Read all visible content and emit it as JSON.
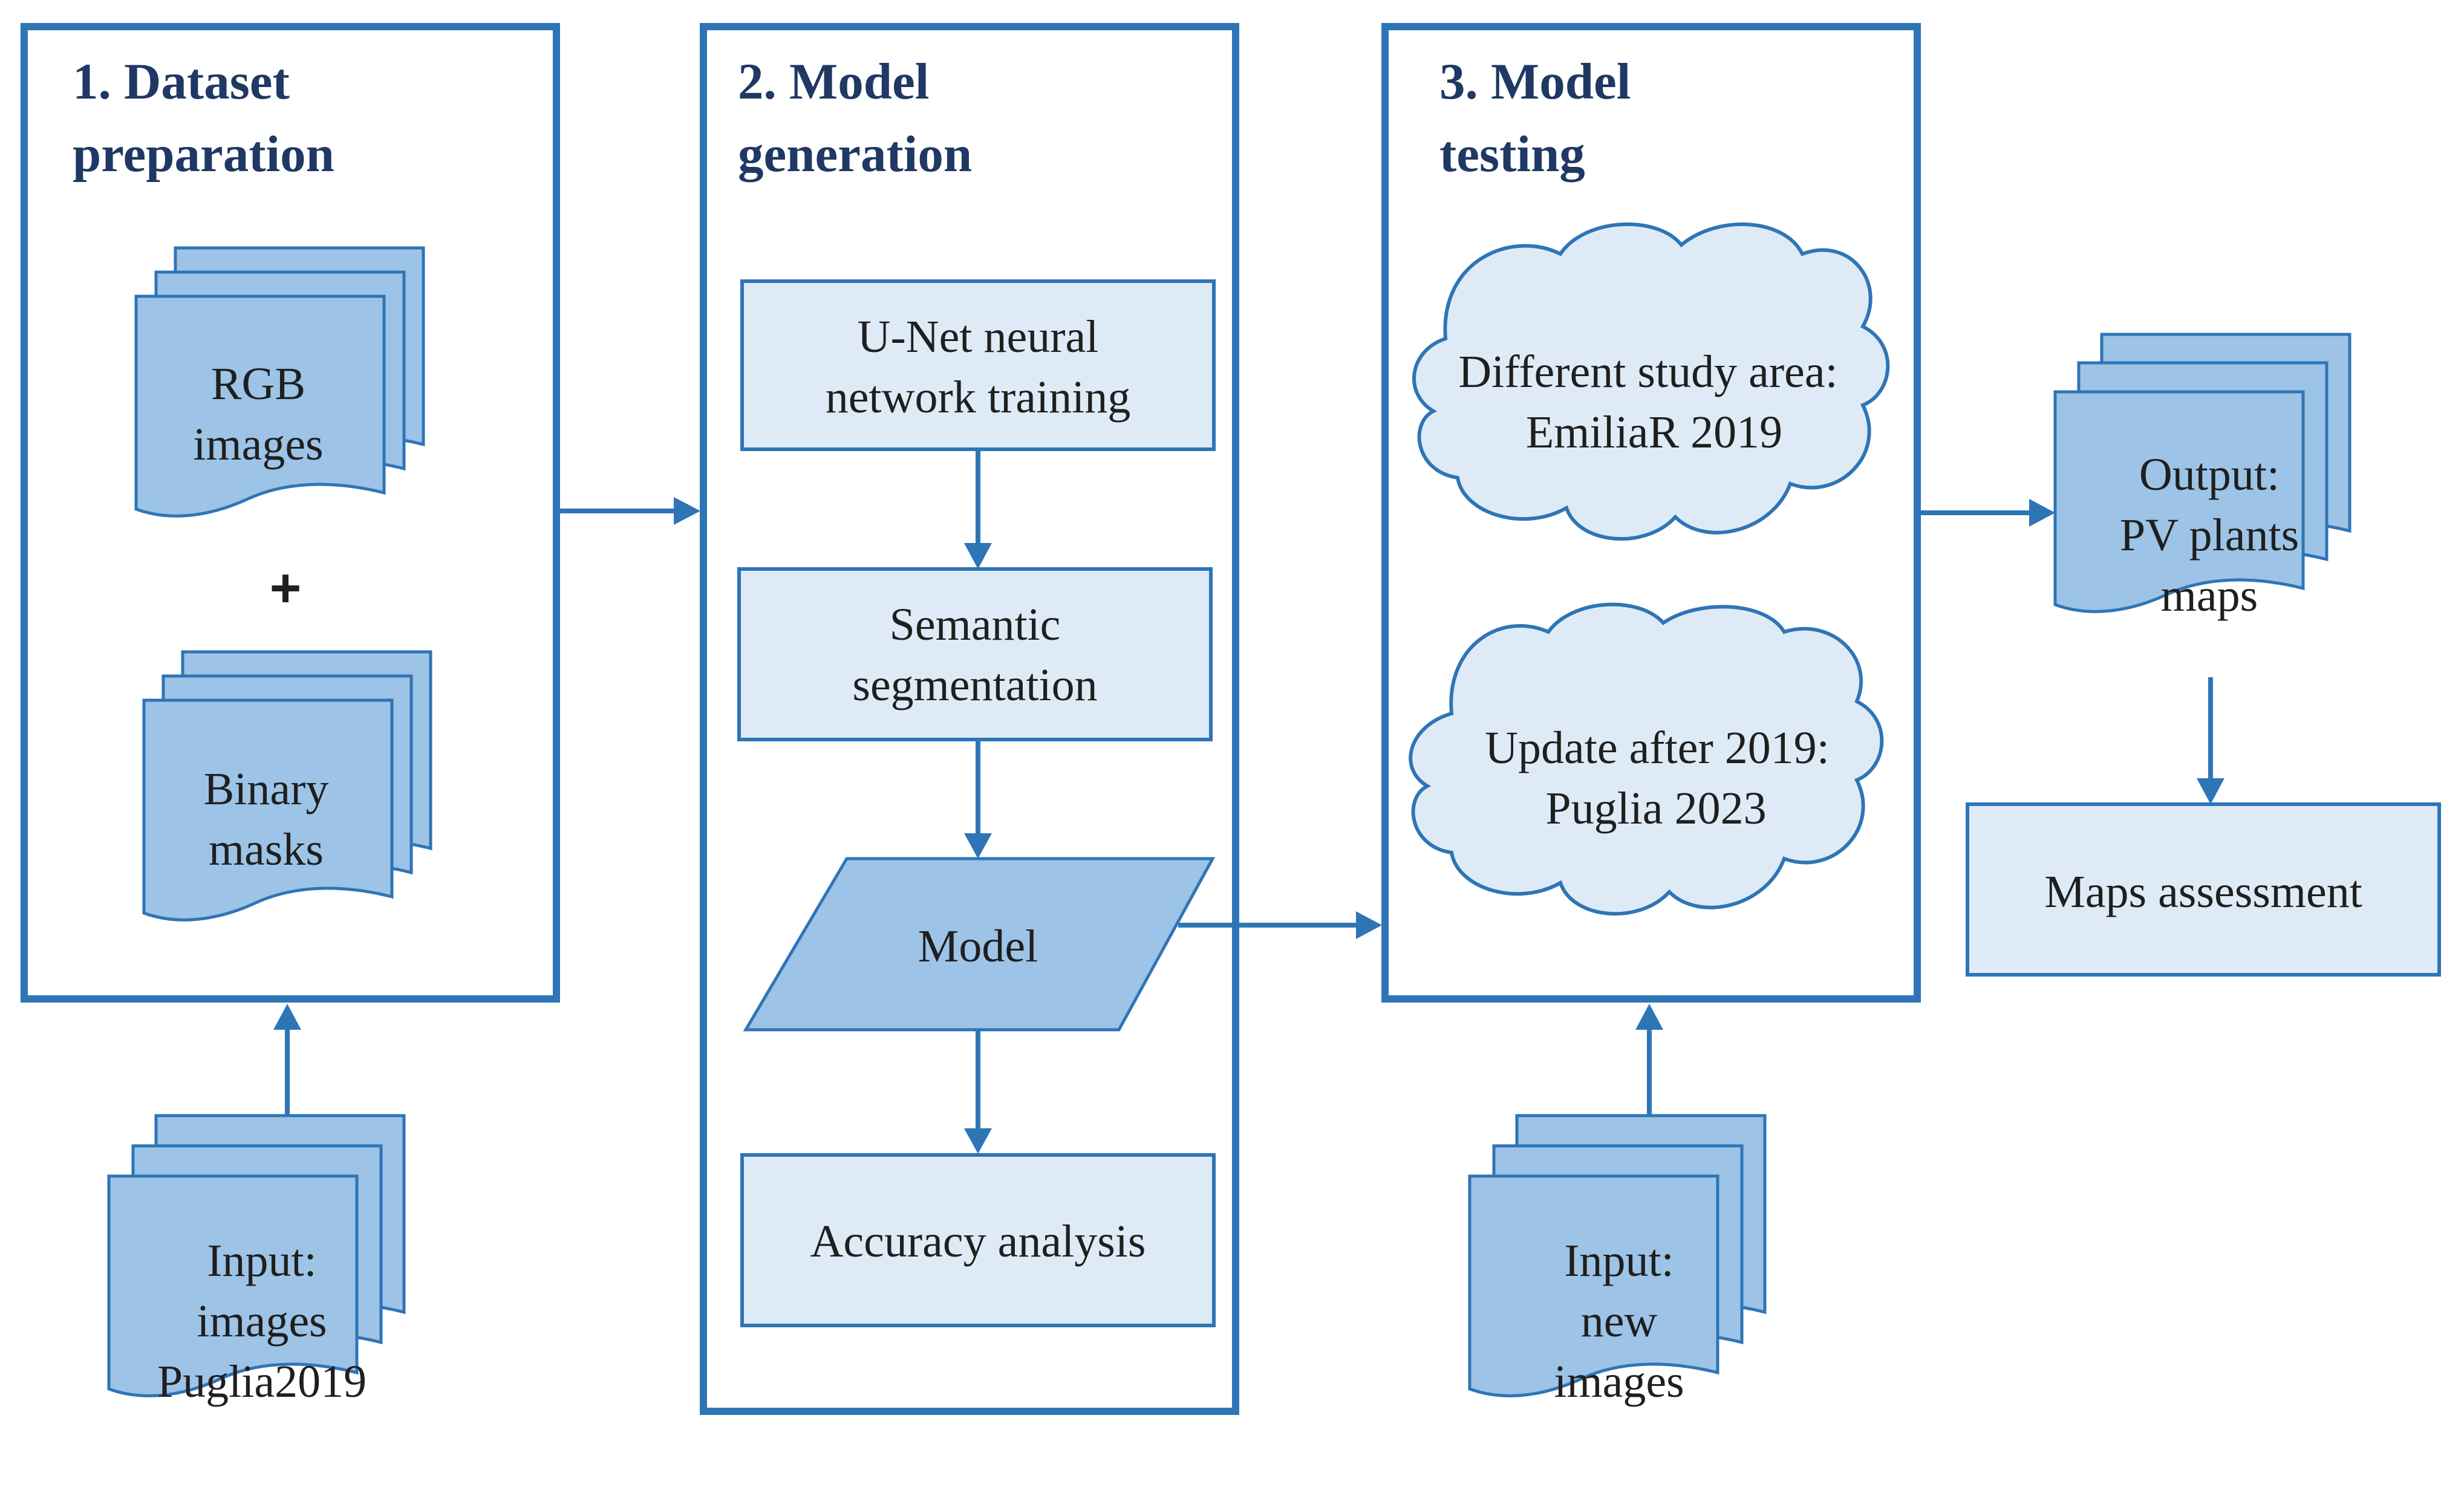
{
  "stages": [
    {
      "title_line1": "1. Dataset",
      "title_line2": "preparation"
    },
    {
      "title_line1": "2. Model",
      "title_line2": "generation"
    },
    {
      "title_line1": "3. Model",
      "title_line2": "testing"
    }
  ],
  "dataset": {
    "rgb_images": [
      "RGB",
      "images"
    ],
    "plus": "+",
    "binary_masks": [
      "Binary",
      "masks"
    ]
  },
  "generation": {
    "training": [
      "U-Net neural",
      "network training"
    ],
    "segmentation": [
      "Semantic",
      "segmentation"
    ],
    "model": "Model",
    "accuracy": "Accuracy  analysis"
  },
  "testing": {
    "cloud1": [
      "Different study area:",
      "EmiliaR 2019"
    ],
    "cloud2": [
      "Update after 2019:",
      "Puglia 2023"
    ]
  },
  "input1": [
    "Input:",
    "images",
    "Puglia2019"
  ],
  "input2": [
    "Input:",
    "new",
    "images"
  ],
  "output": [
    "Output:",
    "PV plants",
    "maps"
  ],
  "assessment": "Maps assessment",
  "colors": {
    "stroke": "#2e75b6",
    "doc_fill": "#9dc3e6",
    "box_fill": "#deebf7",
    "title_text": "#1f3864"
  }
}
